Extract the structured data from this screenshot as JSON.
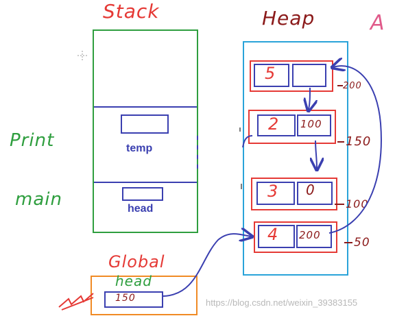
{
  "titles": {
    "stack": "Stack",
    "heap": "Heap",
    "corner": "A",
    "global": "Global"
  },
  "stack": {
    "frames": [
      {
        "name": "Print",
        "var_label": "temp"
      },
      {
        "name": "main",
        "var_label": "head"
      }
    ]
  },
  "heap": {
    "nodes": [
      {
        "value": "5",
        "next": "",
        "address": "200"
      },
      {
        "value": "2",
        "next": "100",
        "address": "150"
      },
      {
        "value": "3",
        "next": "0",
        "address": "100"
      },
      {
        "value": "4",
        "next": "200",
        "address": "50"
      }
    ]
  },
  "global": {
    "var_label": "head",
    "value": "150"
  },
  "watermark": "https://blog.csdn.net/weixin_39383155",
  "colors": {
    "stack_border": "#2e9e3e",
    "heap_border": "#29a3d9",
    "node_border": "#e53935",
    "cell_border": "#3a3fb0",
    "global_border": "#f08a24",
    "arrow": "#3a3fb0"
  }
}
